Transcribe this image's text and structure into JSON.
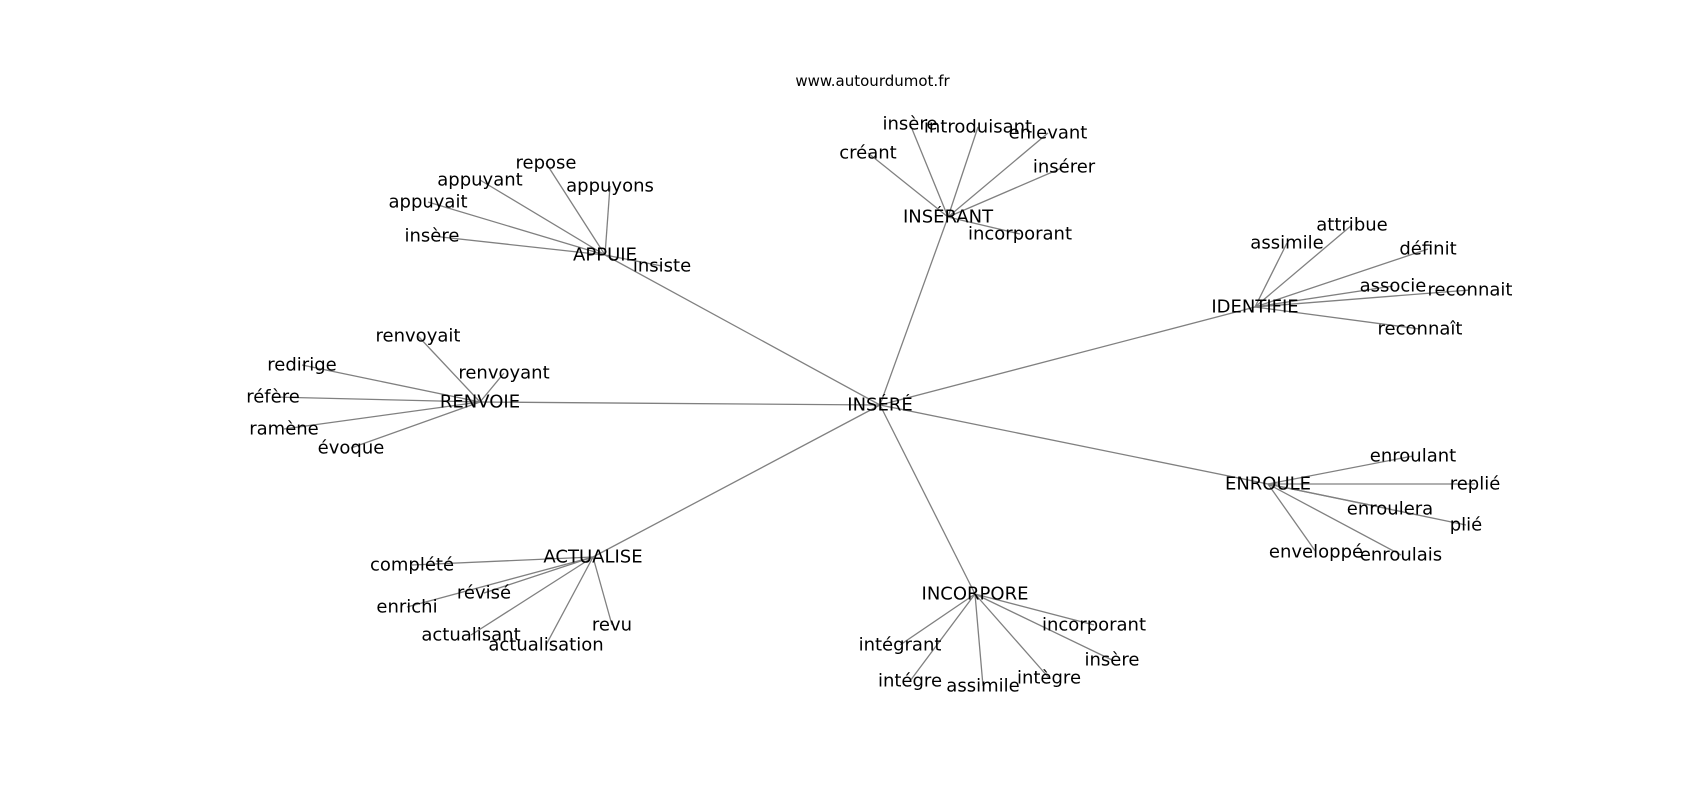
{
  "site": "www.autourdumot.fr",
  "center": "INSÉRÉ",
  "groups": [
    {
      "label": "INSÉRANT",
      "words": [
        "insère",
        "introduisant",
        "enlevant",
        "créant",
        "insérer",
        "incorporant"
      ]
    },
    {
      "label": "APPUIE",
      "words": [
        "repose",
        "appuyant",
        "appuyons",
        "appuyait",
        "insère",
        "insiste"
      ]
    },
    {
      "label": "IDENTIFIE",
      "words": [
        "attribue",
        "assimile",
        "définit",
        "associe",
        "reconnait",
        "reconnaît"
      ]
    },
    {
      "label": "RENVOIE",
      "words": [
        "renvoyait",
        "redirige",
        "renvoyant",
        "réfère",
        "ramène",
        "évoque"
      ]
    },
    {
      "label": "ENROULE",
      "words": [
        "enroulant",
        "replié",
        "enroulera",
        "plié",
        "enveloppé",
        "enroulais"
      ]
    },
    {
      "label": "ACTUALISE",
      "words": [
        "complété",
        "révisé",
        "enrichi",
        "revu",
        "actualisant",
        "actualisation"
      ]
    },
    {
      "label": "INCORPORE",
      "words": [
        "incorporant",
        "insère",
        "intégrant",
        "intégre",
        "assimile",
        "intègre"
      ]
    }
  ]
}
